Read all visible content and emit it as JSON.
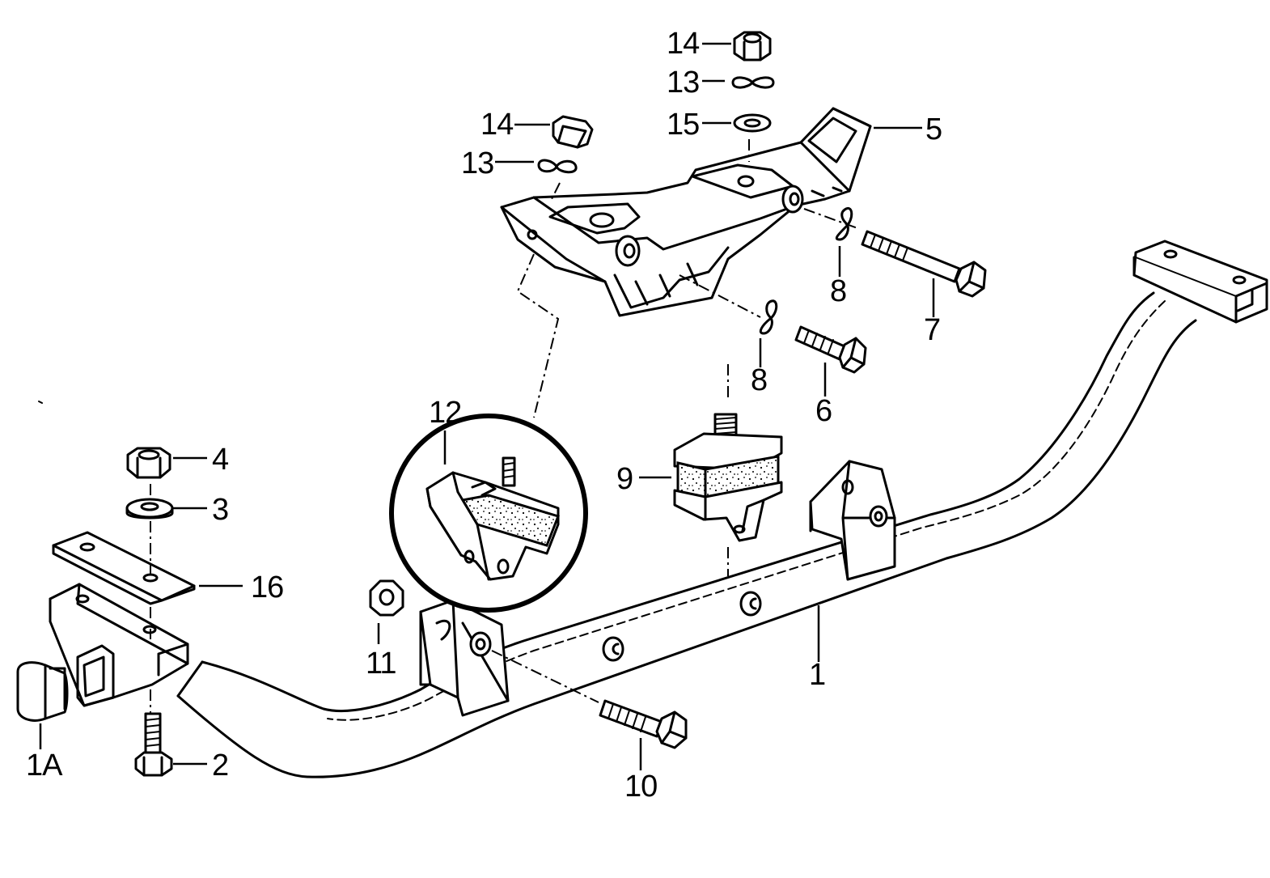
{
  "diagram": {
    "labels": {
      "p1": "1",
      "p1a": "1A",
      "p2": "2",
      "p3": "3",
      "p4": "4",
      "p5": "5",
      "p6": "6",
      "p7": "7",
      "p8a": "8",
      "p8b": "8",
      "p9": "9",
      "p10": "10",
      "p11": "11",
      "p12": "12",
      "p13a": "13",
      "p13b": "13",
      "p14a": "14",
      "p14b": "14",
      "p15": "15",
      "p16": "16"
    },
    "colors": {
      "ink": "#000000",
      "paper": "#ffffff"
    }
  }
}
